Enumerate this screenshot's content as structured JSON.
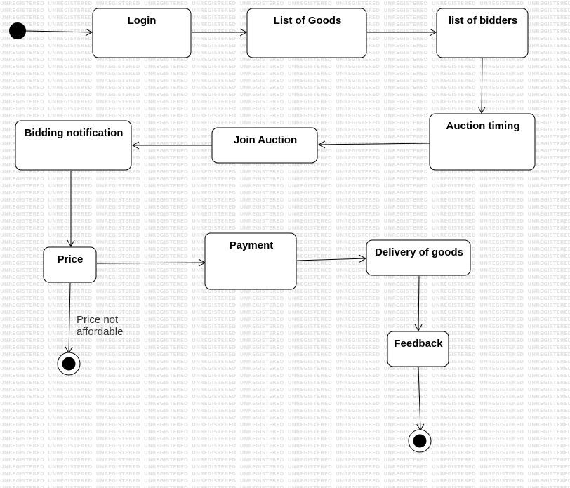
{
  "watermark": {
    "text": "UNREGISTERED"
  },
  "nodes": {
    "login": {
      "label": "Login"
    },
    "list_of_goods": {
      "label": "List of Goods"
    },
    "list_of_bidders": {
      "label": "list of bidders"
    },
    "auction_timing": {
      "label": "Auction timing"
    },
    "join_auction": {
      "label": "Join Auction"
    },
    "bidding_notification": {
      "label": "Bidding notification"
    },
    "price": {
      "label": "Price"
    },
    "payment": {
      "label": "Payment"
    },
    "delivery_of_goods": {
      "label": "Delivery of goods"
    },
    "feedback": {
      "label": "Feedback"
    }
  },
  "guards": {
    "price_not_affordable_line1": "Price not",
    "price_not_affordable_line2": "affordable"
  },
  "edges": [
    {
      "from": "start",
      "to": "Login"
    },
    {
      "from": "Login",
      "to": "List of Goods"
    },
    {
      "from": "List of Goods",
      "to": "list of bidders"
    },
    {
      "from": "list of bidders",
      "to": "Auction timing"
    },
    {
      "from": "Auction timing",
      "to": "Join Auction"
    },
    {
      "from": "Join Auction",
      "to": "Bidding notification"
    },
    {
      "from": "Bidding notification",
      "to": "Price"
    },
    {
      "from": "Price",
      "to": "Payment"
    },
    {
      "from": "Payment",
      "to": "Delivery of goods"
    },
    {
      "from": "Delivery of goods",
      "to": "Feedback"
    },
    {
      "from": "Price",
      "to": "end",
      "guard": "Price not affordable"
    },
    {
      "from": "Feedback",
      "to": "end"
    }
  ]
}
